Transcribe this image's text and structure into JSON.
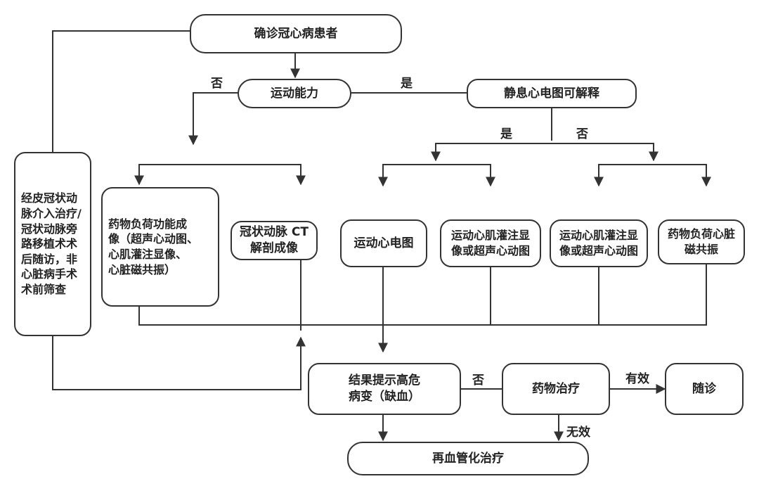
{
  "nodes": {
    "start": "确诊冠心病患者",
    "exercise": "运动能力",
    "rest_ecg": "静息心电图可解释",
    "pci": "经皮冠状动\n脉介入治疗/\n冠状动脉旁\n路移植术术\n后随访，非\n心脏病手术\n术前筛查",
    "drug_imaging": "药物负荷功能成\n像（超声心动图、\n心肌灌注显像、\n心脏磁共振）",
    "cta": "冠状动脉 CT\n解剖成像",
    "exercise_ecg": "运动心电图",
    "exercise_perfusion": "运动心肌灌注显\n像或超声心动图",
    "exercise_perfusion_2": "运动心肌灌注显\n像或超声心动图",
    "drug_mri": "药物负荷心脏\n磁共振",
    "high_risk": "结果提示高危\n病变（缺血）",
    "drug_therapy": "药物治疗",
    "followup": "随诊",
    "revasc": "再血管化治疗"
  },
  "labels": {
    "no_exercise": "否",
    "yes_exercise": "是",
    "yes_ecg": "是",
    "no_ecg": "否",
    "no_high_risk": "否",
    "effective": "有效",
    "ineffective": "无效"
  }
}
